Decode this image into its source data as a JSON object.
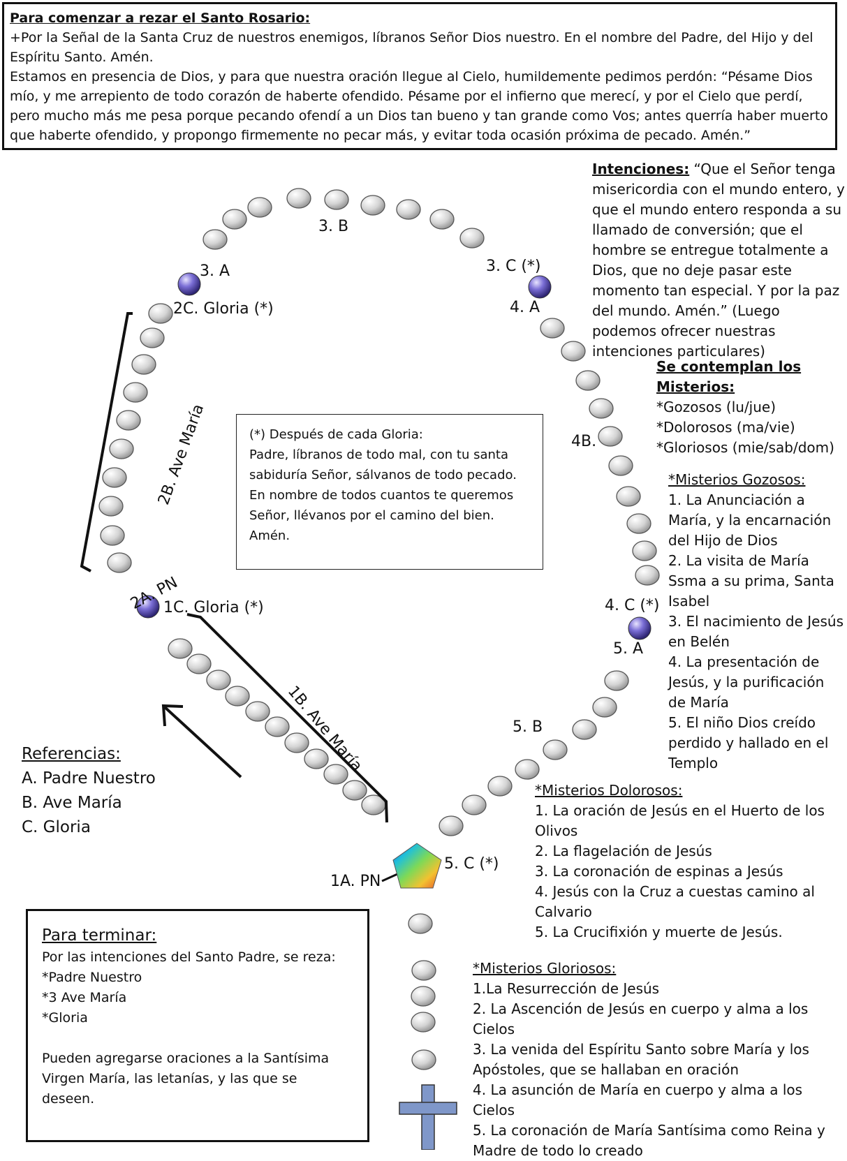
{
  "intro": {
    "title": "Para comenzar a rezar el Santo Rosario:",
    "para1": "+Por la Señal de la Santa Cruz de nuestros enemigos, líbranos Señor Dios nuestro. En el nombre del Padre, del Hijo y del Espíritu Santo. Amén.",
    "para2": "Estamos en presencia de Dios, y para que nuestra oración llegue al Cielo, humildemente pedimos perdón: “Pésame Dios mío, y me arrepiento de todo corazón de haberte  ofendido. Pésame por el infierno que merecí, y por el Cielo que perdí, pero mucho más me pesa porque pecando ofendí a un Dios tan bueno y tan grande como Vos; antes querría haber muerto que haberte ofendido, y propongo firmemente no pecar más, y evitar toda ocasión próxima de pecado. Amén.”"
  },
  "intenciones": {
    "heading": "Intenciones:",
    "text": " “Que el Señor tenga misericordia con el mundo entero, y que el mundo entero responda a su llamado de conversión; que el hombre se entregue totalmente a Dios, que no deje pasar este momento tan especial. Y por la paz del mundo. Amén.” (Luego podemos ofrecer nuestras intenciones particulares)"
  },
  "contemplan": {
    "heading": "Se contemplan los Misterios:",
    "items": [
      "*Gozosos (lu/jue)",
      "*Dolorosos (ma/vie)",
      "*Gloriosos (mie/sab/dom)"
    ]
  },
  "gozosos": {
    "heading": "*Misterios Gozosos:",
    "items": [
      "1. La Anunciación a María, y la encarnación del Hijo de Dios",
      "2. La visita de María Ssma a su prima, Santa Isabel",
      "3. El nacimiento de Jesús en Belén",
      "4. La presentación de Jesús, y la purificación de María",
      "5. El niño Dios creído perdido y hallado en el Templo"
    ]
  },
  "dolorosos": {
    "heading": "*Misterios Dolorosos:",
    "items": [
      "1. La oración de Jesús en el Huerto de los Olivos",
      "2. La flagelación de Jesús",
      "3. La coronación de espinas a Jesús",
      "4. Jesús con la Cruz a cuestas camino al Calvario",
      "5. La Crucifixión y muerte de Jesús."
    ]
  },
  "gloriosos": {
    "heading": "*Misterios Gloriosos:",
    "items": [
      "1.La Resurrección de Jesús",
      "2. La Ascención de Jesús en cuerpo y alma a los Cielos",
      "3. La venida del Espíritu Santo sobre María y los Apóstoles, que se hallaban en oración",
      "4. La asunción de María en cuerpo y alma a los Cielos",
      "5. La coronación de María Santísima como Reina y Madre de todo lo creado"
    ]
  },
  "note": {
    "title": "(*) Después de cada Gloria:",
    "text": "Padre, líbranos de todo mal, con tu santa sabiduría Señor, sálvanos de todo pecado. En nombre de todos cuantos te queremos Señor, llévanos por el camino del bien. Amén."
  },
  "referencias": {
    "heading": "Referencias:",
    "items": [
      "A. Padre Nuestro",
      "B. Ave María",
      "C. Gloria"
    ]
  },
  "terminar": {
    "title": "Para terminar:",
    "intro": "Por las intenciones del Santo Padre, se reza:",
    "items": [
      "*Padre Nuestro",
      "*3 Ave María",
      "*Gloria"
    ],
    "closing": "Pueden agregarse oraciones a la Santísima Virgen María, las letanías, y las que se deseen."
  },
  "labels": {
    "l_3b": "3. B",
    "l_3a": "3. A",
    "l_3c": "3. C (*)",
    "l_4a": "4. A",
    "l_2c": "2C. Gloria (*)",
    "l_2b": "2B. Ave María",
    "l_4b": "4B.",
    "l_2a": "2A. PN",
    "l_1c": "1C. Gloria (*)",
    "l_4c": "4. C (*)",
    "l_5a": "5. A",
    "l_1b": "1B. Ave María",
    "l_5b": "5. B",
    "l_5c": "5. C (*)",
    "l_1a": "1A. PN"
  },
  "colors": {
    "bead_gray": "#d6d6d6",
    "bead_purple": "#6a5acd",
    "cross": "#7f97c9"
  }
}
